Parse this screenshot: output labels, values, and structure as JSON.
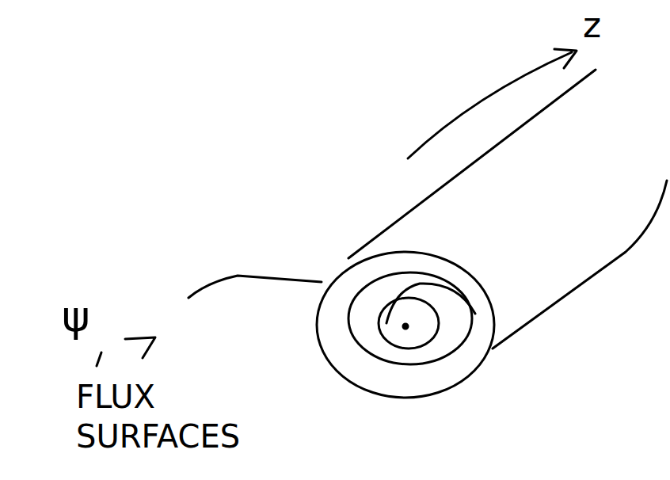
{
  "diagram": {
    "labels": [
      "z",
      "ψ",
      "FLUX SURFACES"
    ]
  }
}
